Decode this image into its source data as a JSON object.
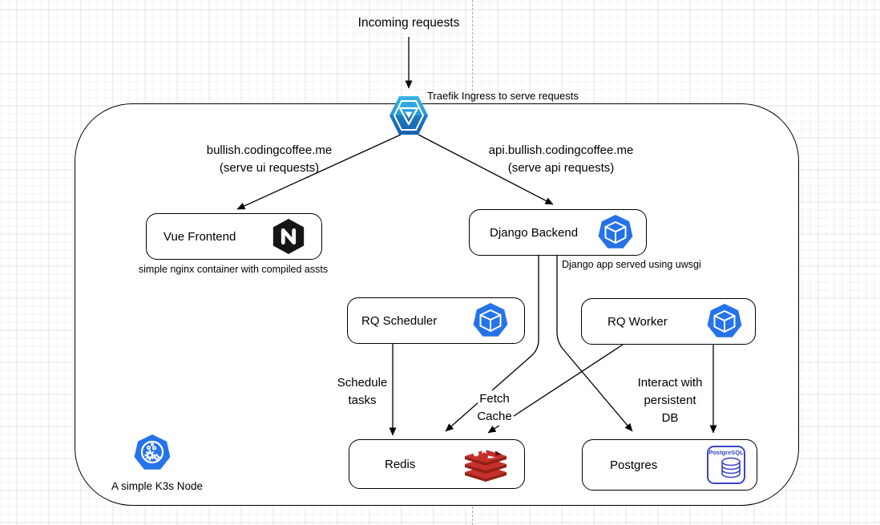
{
  "labels": {
    "incoming": "Incoming requests",
    "traefik": "Traefik Ingress to serve requests",
    "ui_domain": [
      "bullish.codingcoffee.me",
      "(serve ui requests)"
    ],
    "api_domain": [
      "api.bullish.codingcoffee.me",
      "(serve api requests)"
    ],
    "k3s": "A simple K3s Node"
  },
  "nodes": {
    "vue": {
      "label": "Vue Frontend",
      "note": "simple nginx container with compiled assts",
      "icon": "nginx"
    },
    "django": {
      "label": "Django Backend",
      "note": "Django app served using uwsgi",
      "icon": "k8s-pod"
    },
    "scheduler": {
      "label": "RQ Scheduler",
      "icon": "k8s-pod"
    },
    "worker": {
      "label": "RQ Worker",
      "icon": "k8s-pod"
    },
    "redis": {
      "label": "Redis",
      "icon": "redis"
    },
    "postgres": {
      "label": "Postgres",
      "icon": "postgresql"
    }
  },
  "edge_labels": {
    "schedule": [
      "Schedule",
      "tasks"
    ],
    "fetch": [
      "Fetch",
      "Cache"
    ],
    "interact": [
      "Interact with",
      "persistent",
      "DB"
    ]
  },
  "icons": {
    "traefik": "traefik-ingress-icon",
    "nginx": "nginx-icon",
    "pod": "k8s-pod-icon",
    "redis": "redis-icon",
    "postgres": "postgresql-icon",
    "postgres_icon_text": "PostgreSQL",
    "k3s": "k3s-node-icon"
  },
  "colors": {
    "pod_blue": "#2573e8",
    "traefik_light_blue": "#3ab3e6",
    "traefik_dark_blue": "#1a5dab",
    "nginx_black": "#151515",
    "redis_red": "#c6302b",
    "redis_dark_red": "#962018",
    "postgres_blue": "#3b43c8",
    "edge_color": "#000000",
    "grid_major": "#e3e3e3",
    "grid_minor": "#f4f2f3"
  }
}
